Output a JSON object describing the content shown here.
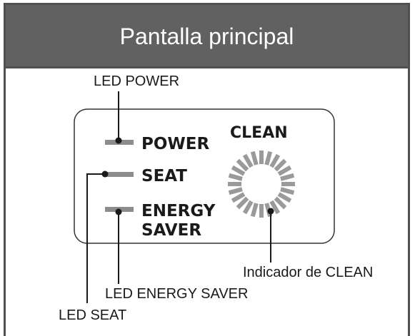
{
  "header": {
    "title": "Pantalla principal"
  },
  "panel": {
    "labels": {
      "power": "POWER",
      "seat": "SEAT",
      "energy_line1": "ENERGY",
      "energy_line2": "SAVER",
      "clean": "CLEAN"
    }
  },
  "callouts": {
    "led_power": "LED POWER",
    "indicador_clean": "Indicador de CLEAN",
    "led_energy_saver": "LED ENERGY SAVER",
    "led_seat": "LED SEAT"
  },
  "colors": {
    "header_bg": "#616161",
    "frame": "#505050",
    "led": "#8c8c8c",
    "segment": "#9a9a9a",
    "text": "#1a1a1a"
  }
}
